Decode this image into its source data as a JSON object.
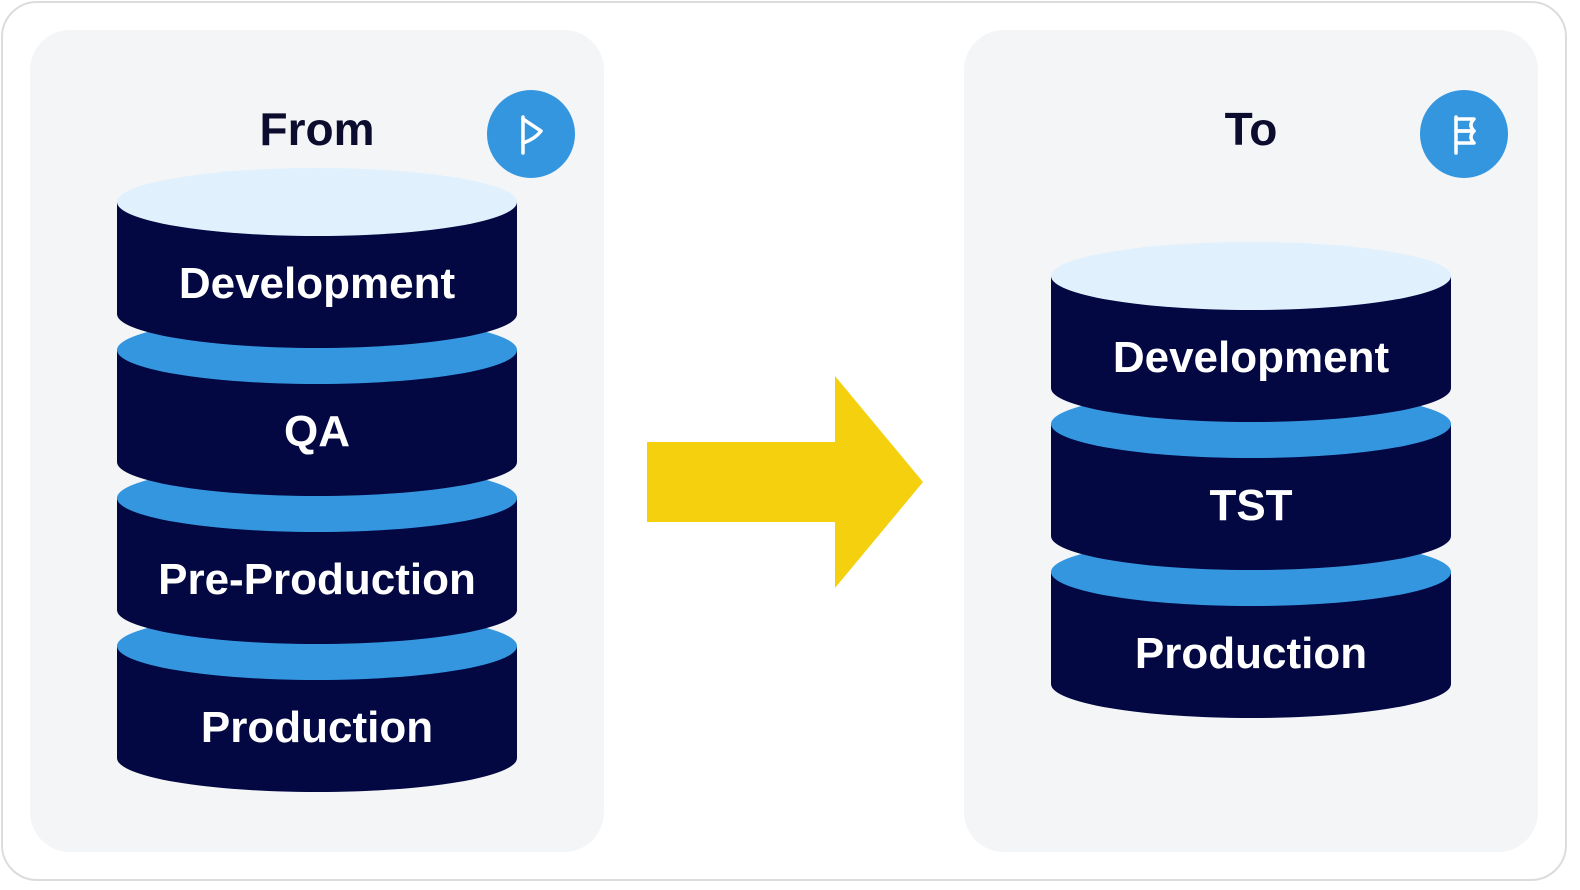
{
  "colors": {
    "frame_border": "#dcdcdc",
    "panel_bg": "#f4f5f7",
    "badge_bg": "#3596e0",
    "cylinder_body": "#030842",
    "cylinder_top_first": "#e0f1fd",
    "cylinder_top_other": "#3596e0",
    "label_text": "#ffffff",
    "title_text": "#0c0c2e",
    "arrow": "#f4d00f"
  },
  "from": {
    "title": "From",
    "icon": "flag-start-icon",
    "layers": [
      {
        "label": "Development"
      },
      {
        "label": "QA"
      },
      {
        "label": "Pre-Production"
      },
      {
        "label": "Production"
      }
    ]
  },
  "to": {
    "title": "To",
    "icon": "flag-finish-icon",
    "layers": [
      {
        "label": "Development"
      },
      {
        "label": "TST"
      },
      {
        "label": "Production"
      }
    ]
  },
  "arrow": {
    "icon": "arrow-right-icon",
    "direction": "right"
  }
}
